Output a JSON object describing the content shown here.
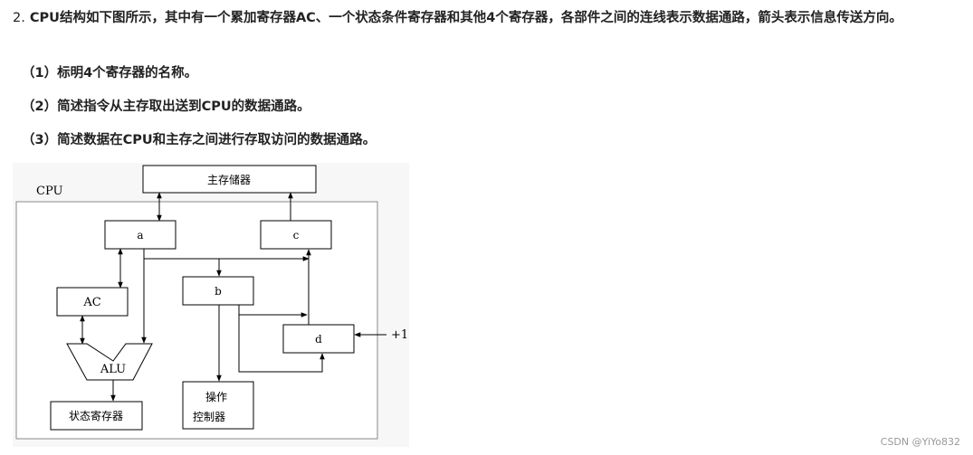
{
  "question": {
    "number": "2.",
    "text": "CPU结构如下图所示，其中有一个累加寄存器AC、一个状态条件寄存器和其他4个寄存器，各部件之间的连线表示数据通路，箭头表示信息传送方向。",
    "subquestions": [
      "（1）标明4个寄存器的名称。",
      "（2）简述指令从主存取出送到CPU的数据通路。",
      "（3）简述数据在CPU和主存之间进行存取访问的数据通路。"
    ]
  },
  "diagram": {
    "cpu_label": "CPU",
    "main_memory": "主存储器",
    "reg_a": "a",
    "reg_b": "b",
    "reg_c": "c",
    "reg_d": "d",
    "ac": "AC",
    "alu": "ALU",
    "status_register": "状态寄存器",
    "control_line1": "操作",
    "control_line2": "控制器",
    "plus_one": "+1"
  },
  "watermark": "CSDN @YiYo832"
}
